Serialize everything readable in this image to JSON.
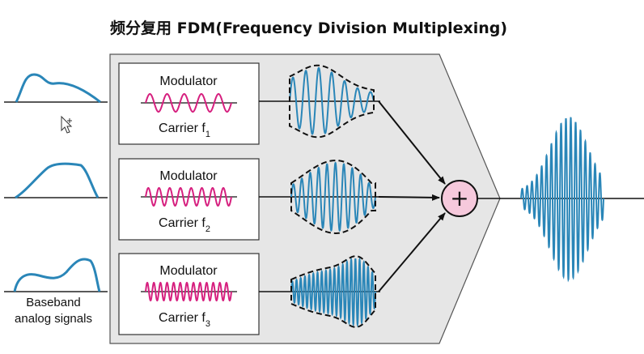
{
  "title": "频分复用 FDM(Frequency Division Multiplexing)",
  "modulators": [
    {
      "label": "Modulator",
      "carrier_label": "Carrier f",
      "subscript": "1"
    },
    {
      "label": "Modulator",
      "carrier_label": "Carrier f",
      "subscript": "2"
    },
    {
      "label": "Modulator",
      "carrier_label": "Carrier f",
      "subscript": "3"
    }
  ],
  "baseband_label": {
    "line1": "Baseband",
    "line2": "analog signals"
  },
  "combiner_symbol": "+",
  "colors": {
    "signal": "#2a86b8",
    "carrier": "#d6207f",
    "combiner_fill": "#f6c9dc",
    "panel_fill": "#e6e6e6"
  },
  "icons": {
    "cursor": "mouse-pointer-icon"
  }
}
